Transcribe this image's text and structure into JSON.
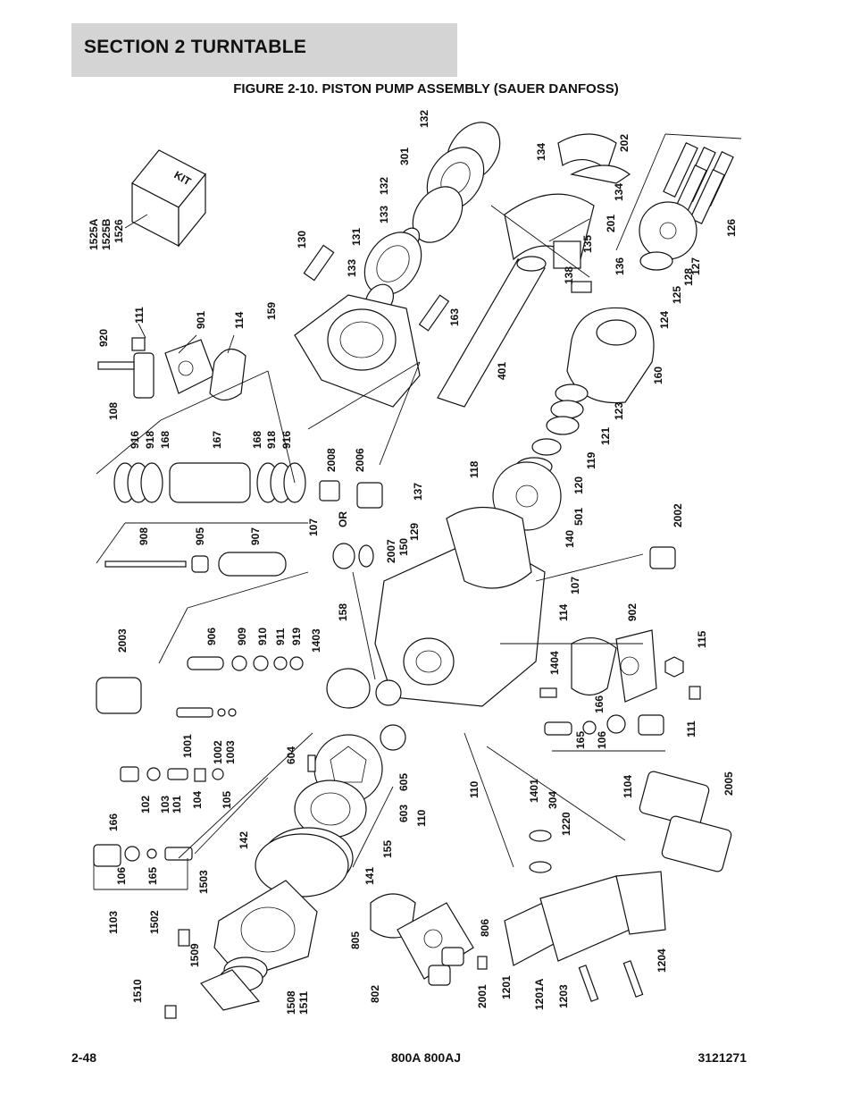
{
  "header": {
    "section": "SECTION 2   TURNTABLE"
  },
  "figure": {
    "title": "FIGURE 2-10. PISTON PUMP ASSEMBLY (SAUER DANFOSS)"
  },
  "footer": {
    "page": "2-48",
    "model": "800A 800AJ",
    "doc_number": "3121271"
  },
  "kit_label": "KIT",
  "callouts": [
    "132",
    "301",
    "132",
    "133",
    "131",
    "130",
    "133",
    "159",
    "163",
    "401",
    "134",
    "202",
    "134",
    "201",
    "135",
    "138",
    "136",
    "126",
    "127",
    "128",
    "125",
    "124",
    "160",
    "1525A",
    "1525B",
    "1526",
    "920",
    "111",
    "901",
    "114",
    "108",
    "916",
    "918",
    "168",
    "167",
    "168",
    "918",
    "916",
    "2008",
    "2006",
    "OR",
    "107",
    "908",
    "905",
    "907",
    "118",
    "137",
    "123",
    "121",
    "119",
    "120",
    "501",
    "140",
    "2007",
    "150",
    "129",
    "2002",
    "906",
    "909",
    "910",
    "911",
    "919",
    "1403",
    "158",
    "2003",
    "107",
    "114",
    "902",
    "115",
    "1404",
    "1001",
    "1002",
    "1003",
    "166",
    "165",
    "106",
    "111",
    "604",
    "605",
    "603",
    "110",
    "110",
    "1401",
    "304",
    "1220",
    "1104",
    "2005",
    "102",
    "103",
    "101",
    "104",
    "105",
    "166",
    "106",
    "165",
    "1103",
    "142",
    "155",
    "141",
    "1503",
    "1502",
    "1509",
    "1510",
    "1508",
    "1511",
    "805",
    "806",
    "802",
    "2001",
    "1201",
    "1201A",
    "1203",
    "1204"
  ]
}
